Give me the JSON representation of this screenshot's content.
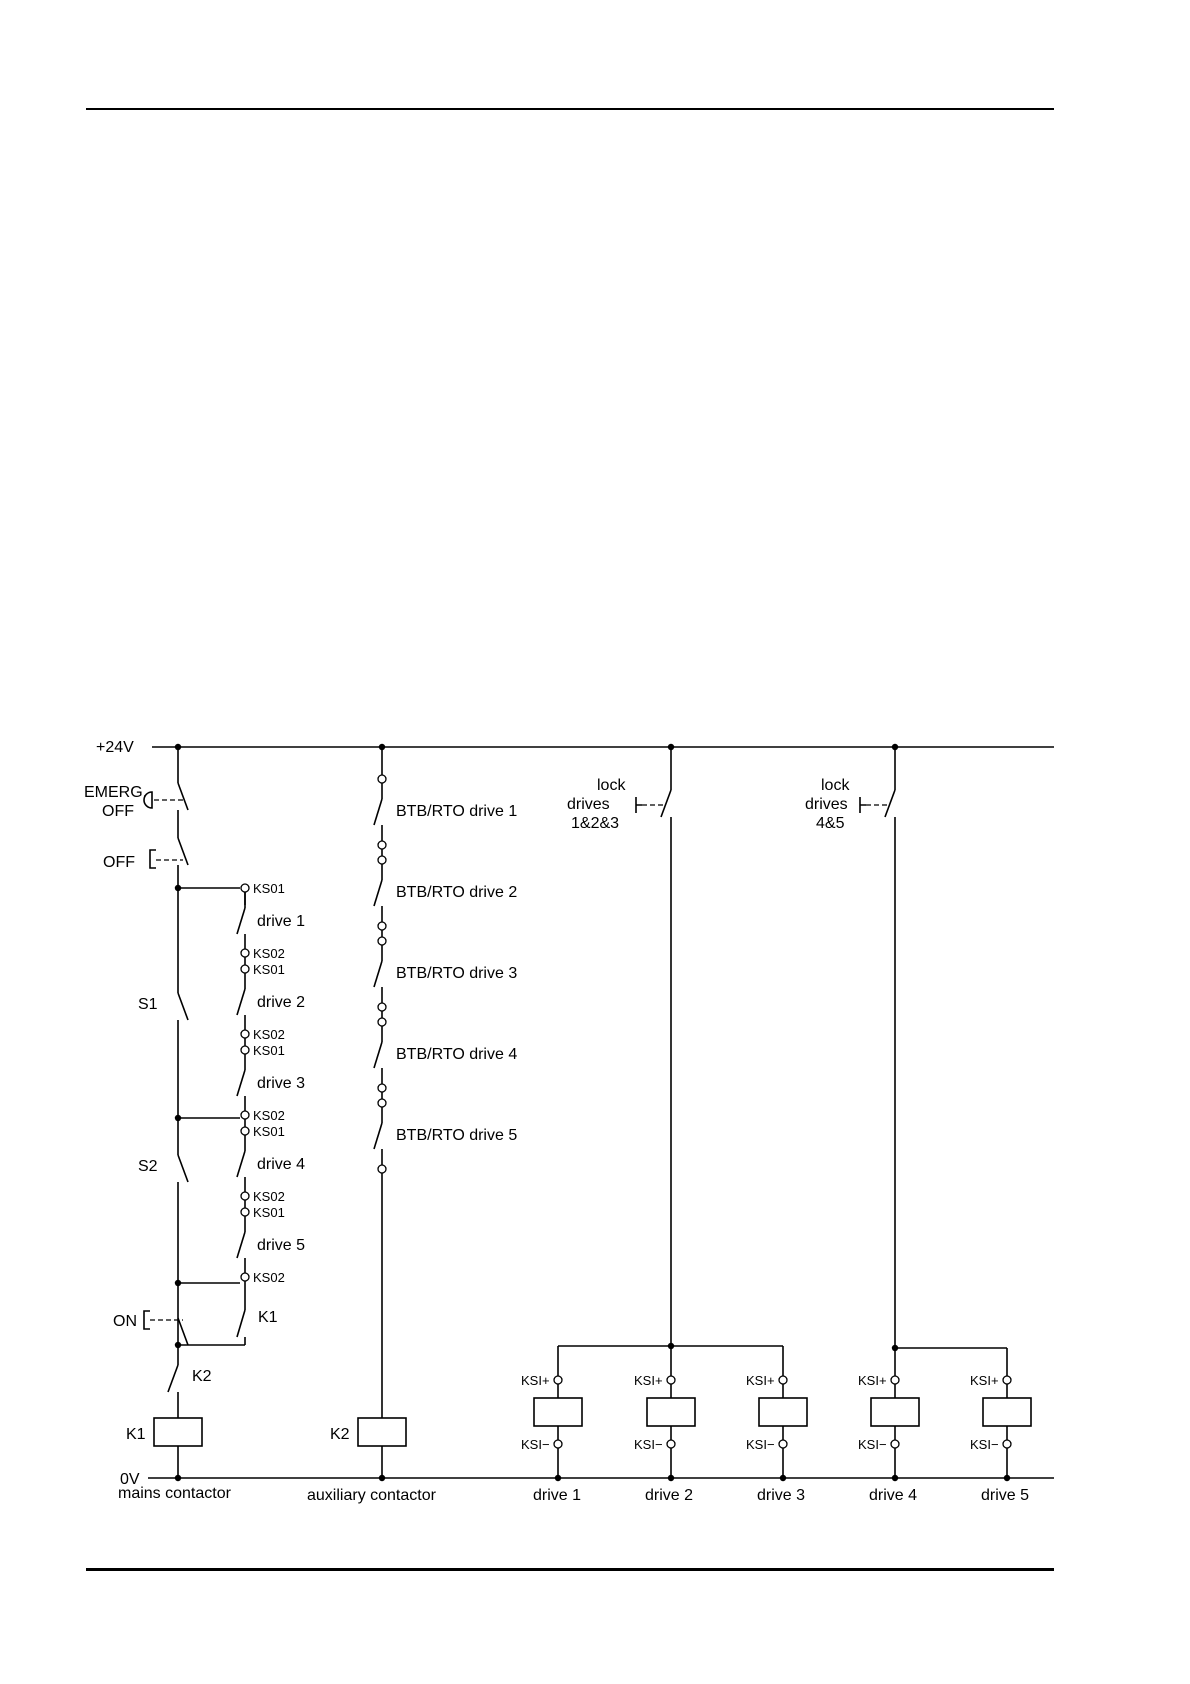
{
  "rails": {
    "top": "+24V",
    "bottom": "0V"
  },
  "main": {
    "emerg_line1": "EMERG.",
    "emerg_line2": "OFF",
    "off": "OFF",
    "s1": "S1",
    "s2": "S2",
    "on": "ON",
    "k1_contact": "K1",
    "k2_contact": "K2",
    "k1_coil": "K1",
    "ks_contacts": [
      {
        "top": "KS01",
        "label": "drive  1",
        "bottom": "KS02"
      },
      {
        "top": "KS01",
        "label": "drive  2",
        "bottom": "KS02"
      },
      {
        "top": "KS01",
        "label": "drive  3",
        "bottom": "KS02"
      },
      {
        "top": "KS01",
        "label": "drive  4",
        "bottom": "KS02"
      },
      {
        "top": "KS01",
        "label": "drive  5",
        "bottom": "KS02"
      }
    ]
  },
  "aux": {
    "btb": [
      "BTB/RTO  drive  1",
      "BTB/RTO  drive  2",
      "BTB/RTO  drive  3",
      "BTB/RTO  drive  4",
      "BTB/RTO  drive  5"
    ],
    "k2_coil": "K2"
  },
  "locks": [
    {
      "line1": "lock",
      "line2": "drives",
      "line3": "1&2&3"
    },
    {
      "line1": "lock",
      "line2": "drives",
      "line3": "4&5"
    }
  ],
  "ksi": {
    "plus": "KSI+",
    "minus": "KSI−"
  },
  "bottom_labels": [
    "mains  contactor",
    "auxiliary  contactor",
    "drive  1",
    "drive  2",
    "drive  3",
    "drive  4",
    "drive  5"
  ],
  "drive_count": 5
}
